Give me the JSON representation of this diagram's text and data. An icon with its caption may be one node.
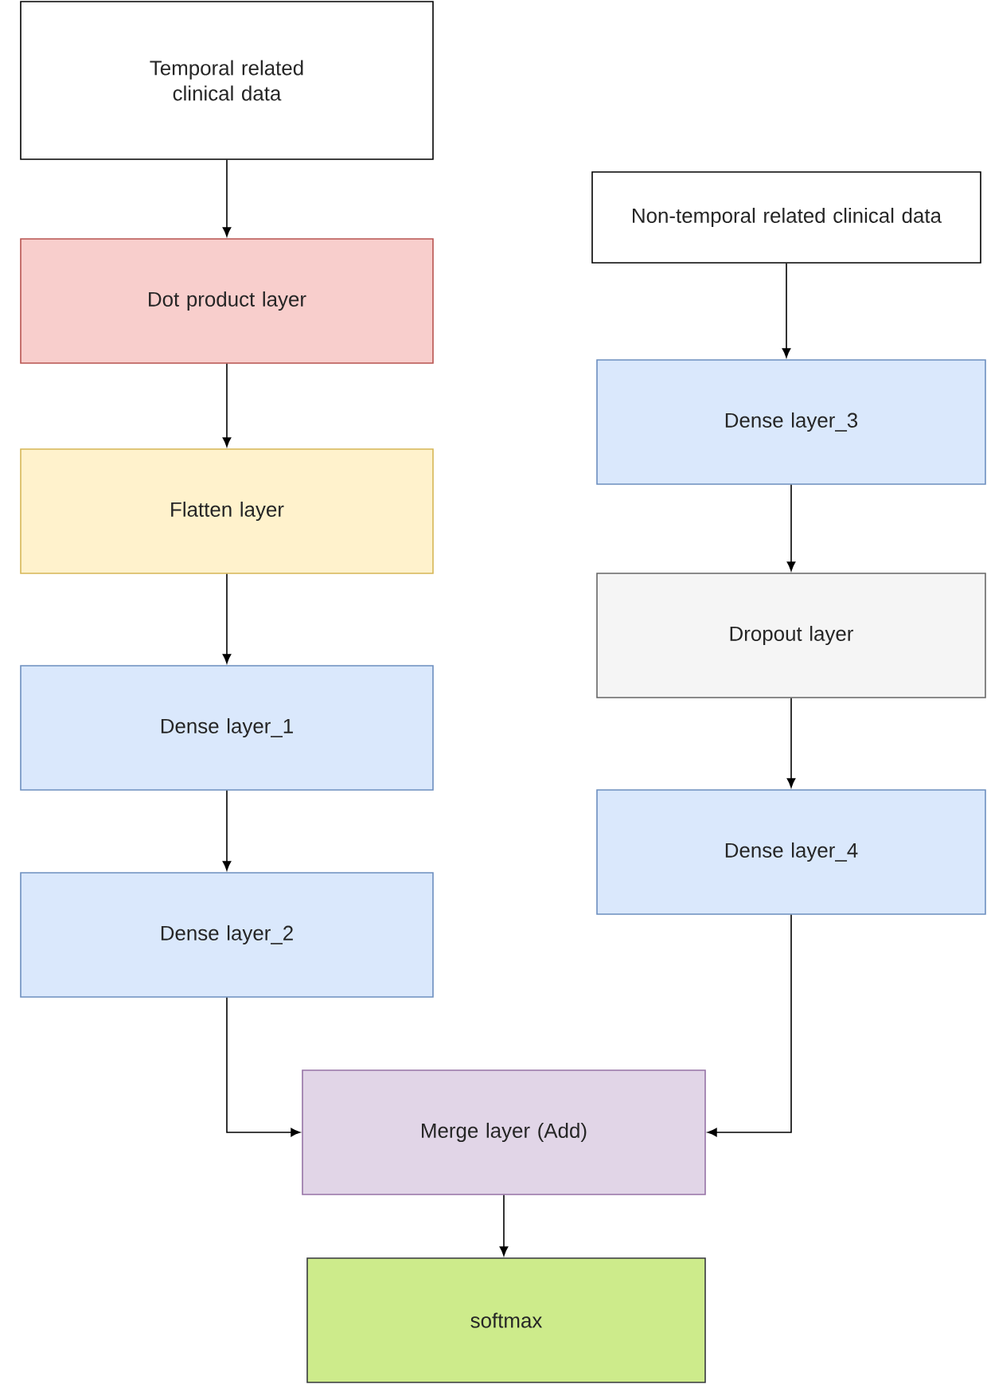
{
  "diagram": {
    "nodes": [
      {
        "text": [
          "Temporal related clinical data"
        ]
      },
      {
        "text": [
          "Dot product layer"
        ]
      },
      {
        "text": [
          "Flatten layer"
        ]
      },
      {
        "text": [
          "Dense layer_1"
        ]
      },
      {
        "text": [
          "Dense layer_2"
        ]
      },
      {
        "text": [
          "Non-temporal related clinical data"
        ]
      },
      {
        "text": [
          "Dense layer_3"
        ]
      },
      {
        "text": [
          "Dropout layer"
        ]
      },
      {
        "text": [
          "Dense layer_4"
        ]
      },
      {
        "text": [
          "Merge layer (Add)"
        ]
      },
      {
        "text": [
          "softmax"
        ]
      }
    ],
    "edges": [
      {
        "from": 0,
        "to": 1,
        "arrow": "to"
      },
      {
        "from": 1,
        "to": 2,
        "arrow": "to"
      },
      {
        "from": 2,
        "to": 3,
        "arrow": "to"
      },
      {
        "from": 3,
        "to": 4,
        "arrow": "to"
      },
      {
        "from": 4,
        "to": 9,
        "arrow": "to"
      },
      {
        "from": 5,
        "to": 6,
        "arrow": "to"
      },
      {
        "from": 6,
        "to": 7,
        "arrow": "to"
      },
      {
        "from": 7,
        "to": 8,
        "arrow": "to"
      },
      {
        "from": 8,
        "to": 9,
        "arrow": "to"
      },
      {
        "from": 9,
        "to": 10,
        "arrow": "to"
      }
    ]
  }
}
